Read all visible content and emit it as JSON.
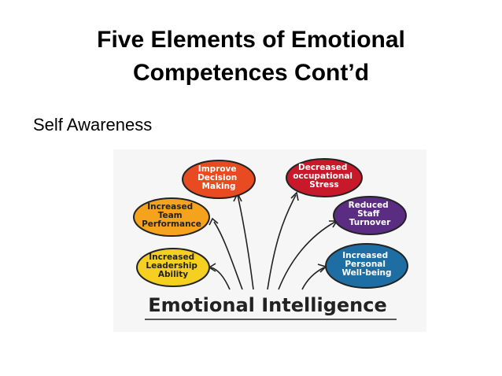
{
  "slide": {
    "title_line1": "Five Elements of Emotional",
    "title_line2": "Competences Cont’d",
    "bullet": "Self Awareness"
  },
  "figure": {
    "central_label": "Emotional Intelligence",
    "ovals": [
      {
        "lines": [
          "Improve",
          "Decision",
          "Making"
        ],
        "fill": "#e84a22",
        "text_color": "#ffffff"
      },
      {
        "lines": [
          "Decreased",
          "occupational",
          "Stress"
        ],
        "fill": "#c8192a",
        "text_color": "#ffffff"
      },
      {
        "lines": [
          "Increased",
          "Team",
          "Performance"
        ],
        "fill": "#f5a31c",
        "text_color": "#222222"
      },
      {
        "lines": [
          "Reduced",
          "Staff",
          "Turnover"
        ],
        "fill": "#5b2d82",
        "text_color": "#ffffff"
      },
      {
        "lines": [
          "Increased",
          "Leadership",
          "Ability"
        ],
        "fill": "#f5d020",
        "text_color": "#222222"
      },
      {
        "lines": [
          "Increased",
          "Personal",
          "Well-being"
        ],
        "fill": "#1e6ea3",
        "text_color": "#ffffff"
      }
    ]
  }
}
